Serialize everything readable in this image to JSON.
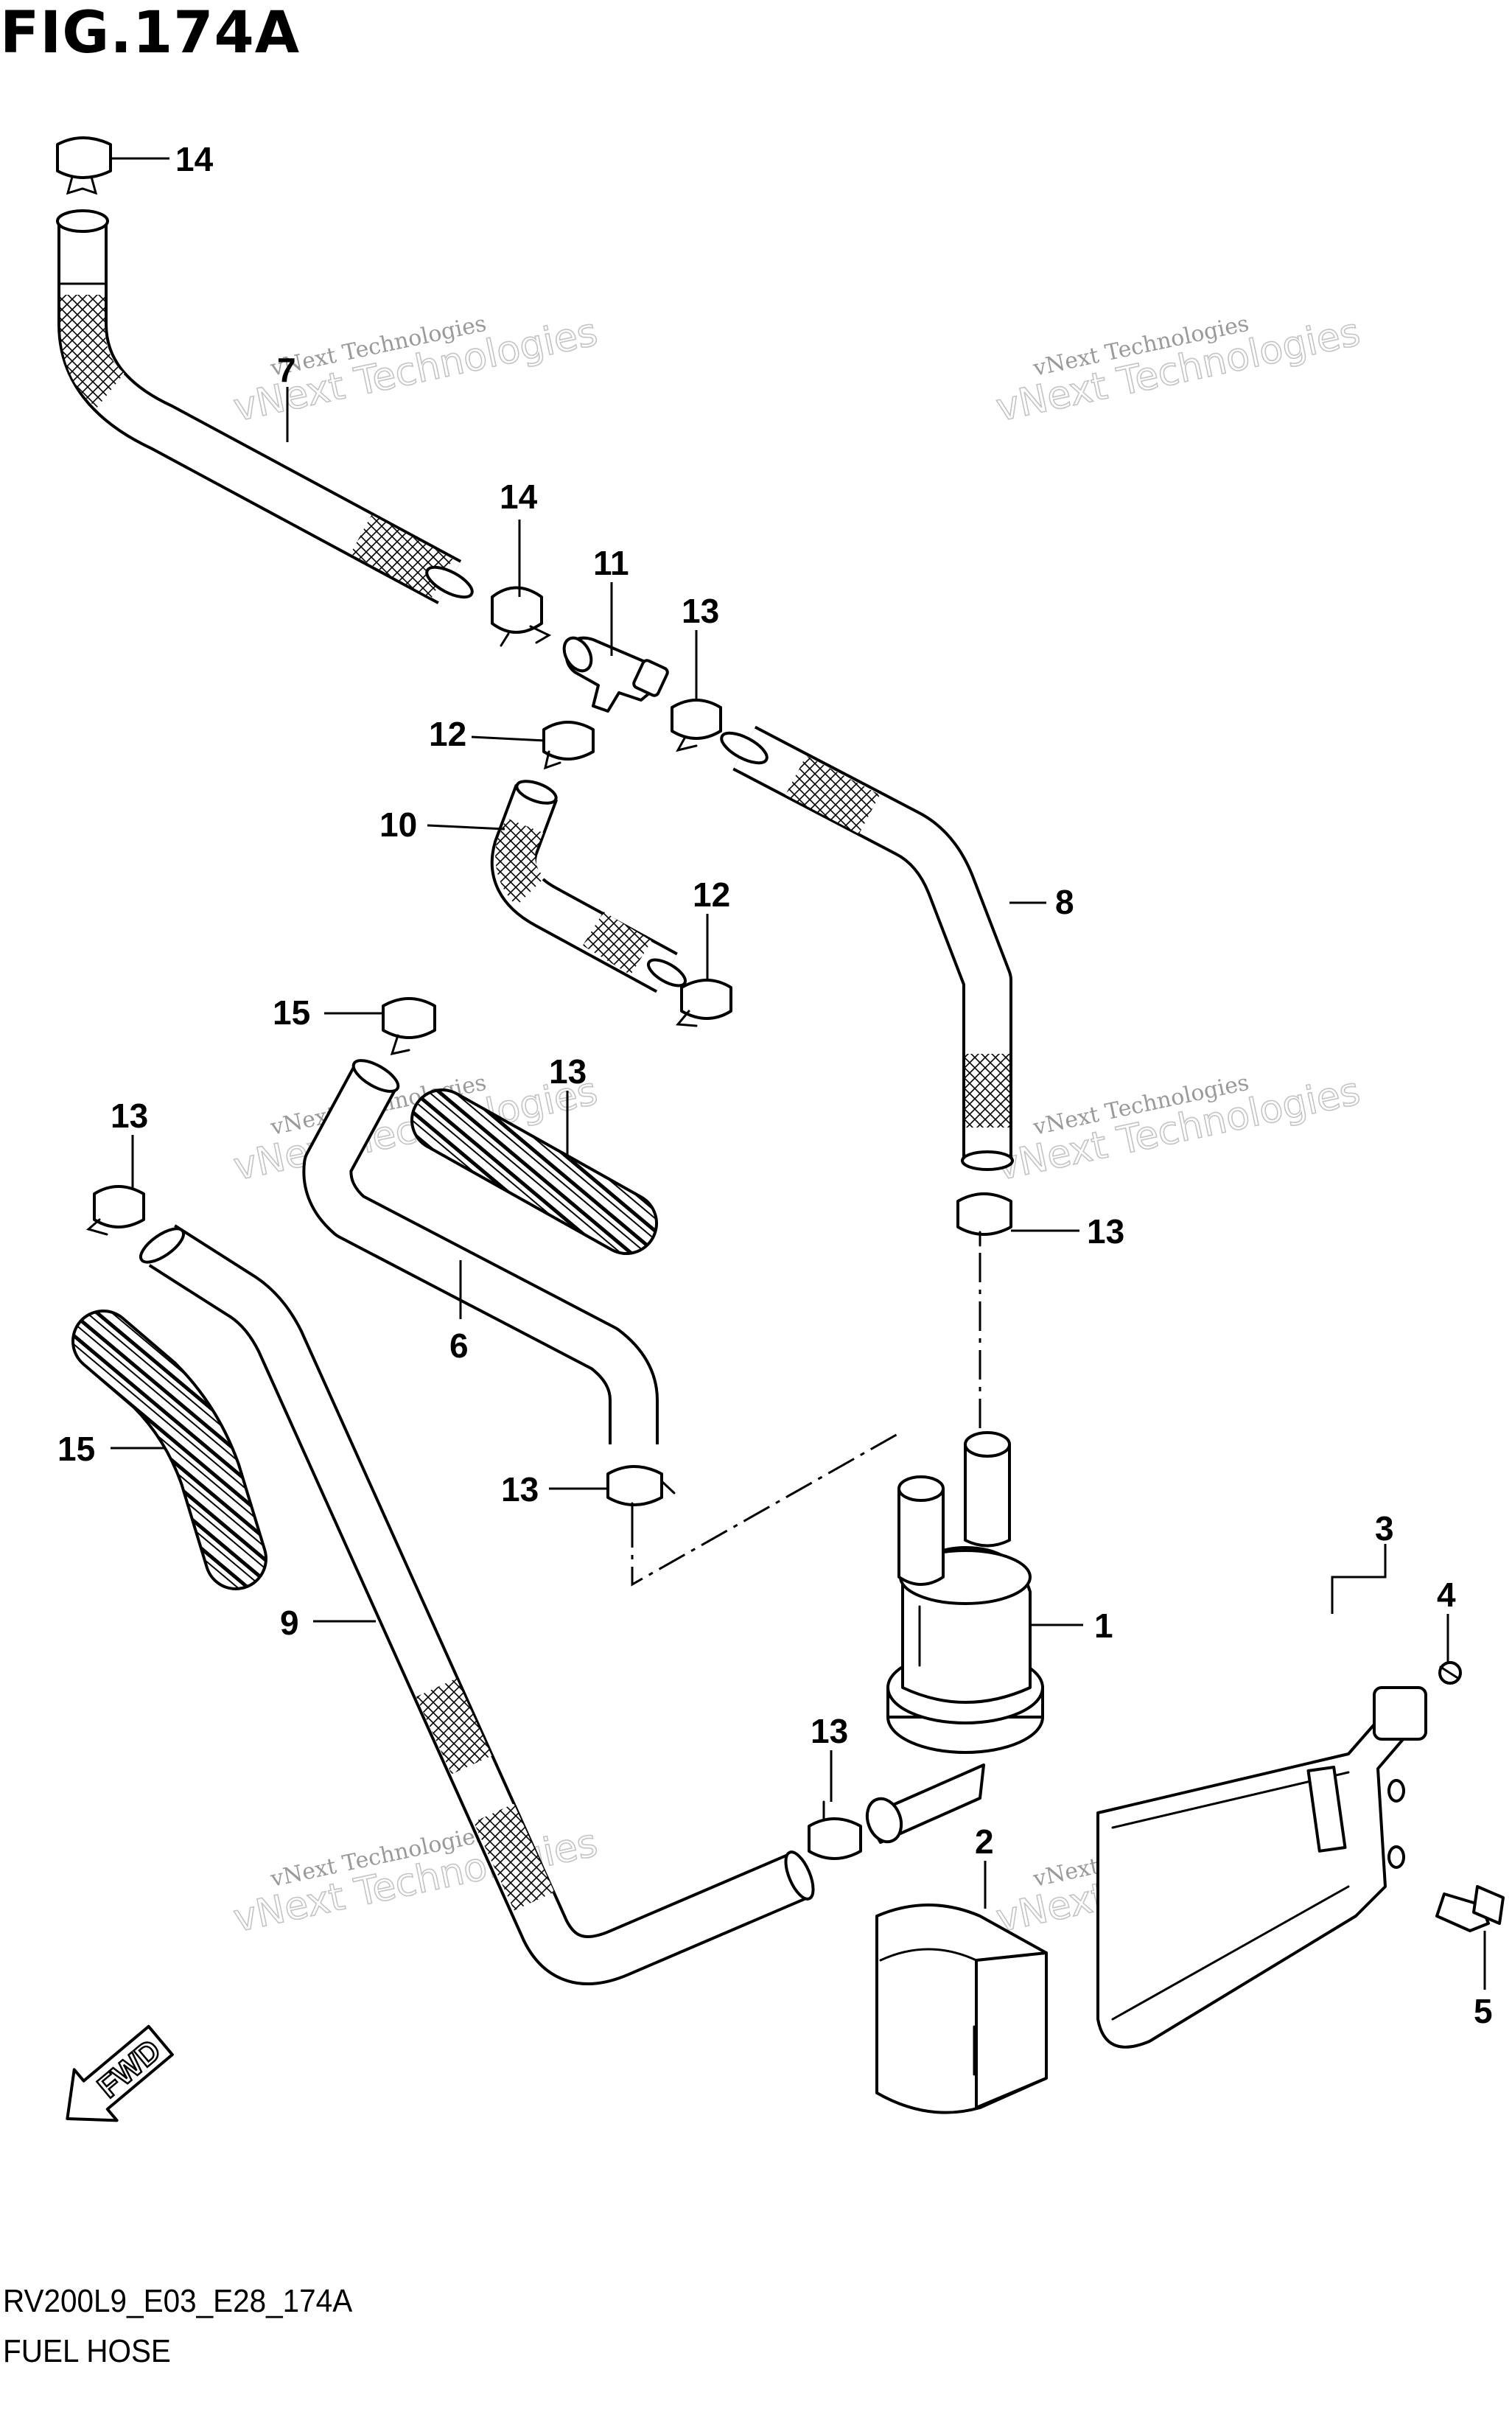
{
  "figure_title": "FIG.174A",
  "diagram_code": "RV200L9_E03_E28_174A",
  "diagram_name": "FUEL HOSE",
  "fwd_label": "FWD",
  "watermark": {
    "line1": "vNext Technologies",
    "line2": "vNext Technologies"
  },
  "callouts": [
    "14",
    "7",
    "14",
    "11",
    "13",
    "12",
    "10",
    "12",
    "8",
    "13",
    "15",
    "13",
    "13",
    "6",
    "15",
    "13",
    "1",
    "9",
    "3",
    "4",
    "13",
    "2",
    "5"
  ]
}
